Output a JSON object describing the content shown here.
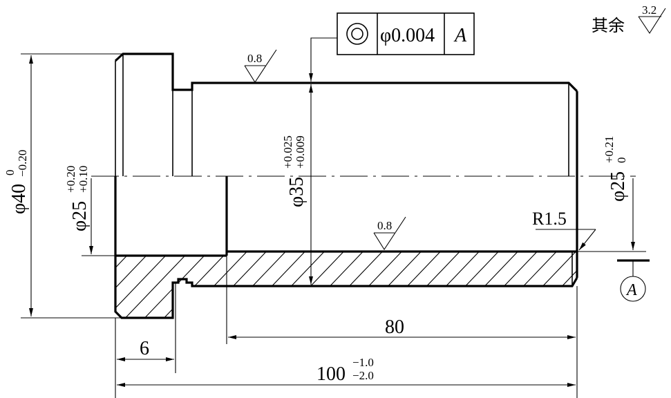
{
  "tolerance_frame": {
    "symbol": "concentricity-icon",
    "value": "φ0.004",
    "datum": "A"
  },
  "general_roughness": {
    "label": "其余",
    "value": "3.2"
  },
  "roughness_top": "0.8",
  "roughness_bore": "0.8",
  "dims": {
    "outer_dia_base": "φ40",
    "outer_dia_upper": "0",
    "outer_dia_lower": "−0.20",
    "bore_left_base": "φ25",
    "bore_left_upper": "+0.20",
    "bore_left_lower": "+0.10",
    "shaft_base": "φ35",
    "shaft_upper": "+0.025",
    "shaft_lower": "+0.009",
    "bore_right_base": "φ25",
    "bore_right_upper": "+0.21",
    "bore_right_lower": "0",
    "radius": "R1.5",
    "len_80": "80",
    "len_6": "6",
    "len_100_base": "100",
    "len_100_upper": "−1.0",
    "len_100_lower": "−2.0"
  },
  "datum_label": "A"
}
